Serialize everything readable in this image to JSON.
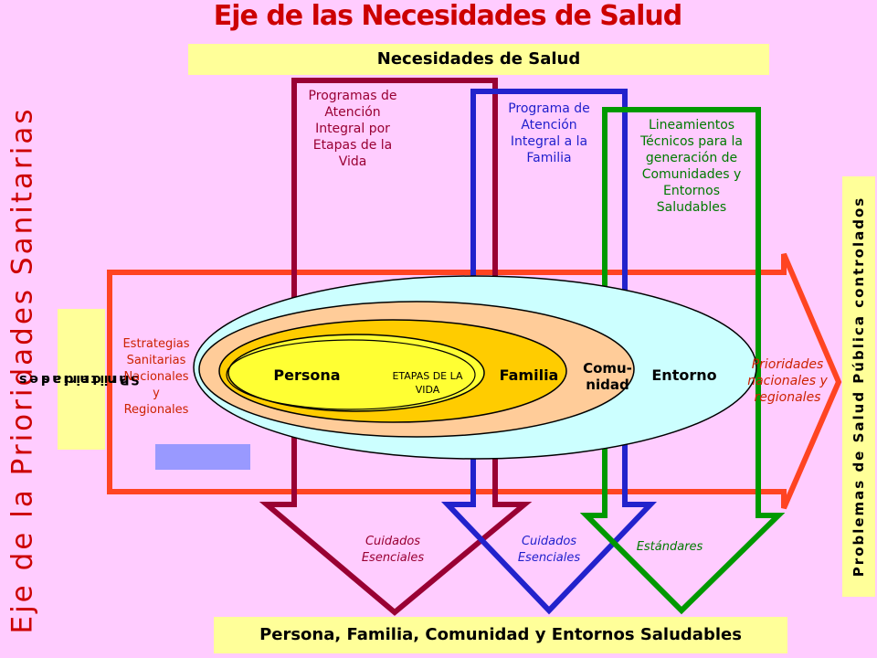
{
  "title": "Eje de las Necesidades de Salud",
  "top_band": "Necesidades de Salud",
  "bottom_band": "Persona, Familia, Comunidad y Entornos Saludables",
  "left_axis": "Eje de la Prioridades Sanitarias",
  "left_box": {
    "line1": "Prioridades",
    "line2": "Sanitarias"
  },
  "right_box": "Problemas de Salud Pública controlados",
  "programs": [
    {
      "lines": [
        "Programas de",
        "Atención",
        "Integral por",
        "Etapas de la",
        "Vida"
      ],
      "output": [
        "Cuidados",
        "Esenciales"
      ],
      "color": "#990033"
    },
    {
      "lines": [
        "Programa de",
        "Atención",
        "Integral a la",
        "Familia"
      ],
      "output": [
        "Cuidados",
        "Esenciales"
      ],
      "color": "#2222cc"
    },
    {
      "lines": [
        "Lineamientos",
        "Técnicos para la",
        "generación de",
        "Comunidades y",
        "Entornos",
        "Saludables"
      ],
      "output": [
        "Estándares"
      ],
      "color": "#009900"
    }
  ],
  "strategies": [
    "Estrategias",
    "Sanitarias",
    "Nacionales",
    "y",
    "Regionales"
  ],
  "priorities_output": [
    "Prioridades",
    "nacionales y",
    "regionales"
  ],
  "levels": {
    "persona": "Persona",
    "etapas": [
      "ETAPAS DE LA",
      "VIDA"
    ],
    "familia": "Familia",
    "comunidad": [
      "Comu-",
      "nidad"
    ],
    "entorno": "Entorno"
  },
  "colors": {
    "background": "#ffccff",
    "band": "#ffff99",
    "title_red": "#cc0000",
    "horizontal_arrow": "#ff4422",
    "ellipse_outer": "#ccffff",
    "ellipse_comunidad": "#ffcc99",
    "ellipse_familia": "#ffcc00",
    "ellipse_persona": "#ffff33"
  }
}
